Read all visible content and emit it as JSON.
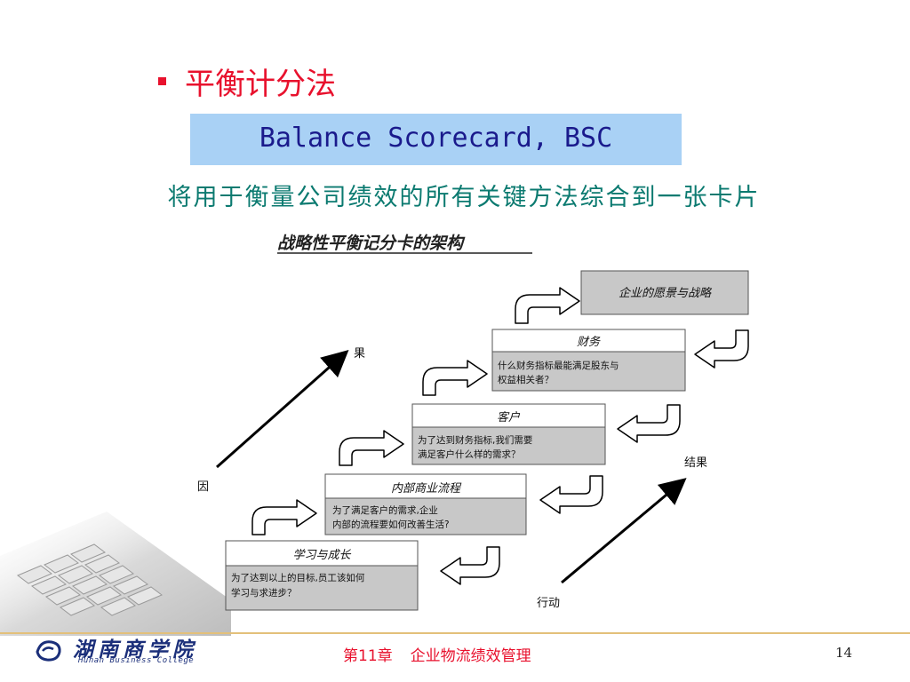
{
  "heading": "平衡计分法",
  "bsc_label": "Balance Scorecard, BSC",
  "subtitle": "将用于衡量公司绩效的所有关键方法综合到一张卡片",
  "diagram": {
    "title": "战略性平衡记分卡的架构",
    "top_box": "企业的愿景与战略",
    "boxes": [
      {
        "title": "财务",
        "lines": [
          "什么财务指标最能满足股东与",
          "权益相关者？"
        ]
      },
      {
        "title": "客户",
        "lines": [
          "为了达到财务指标,我们需要",
          "满足客户什么样的需求？"
        ]
      },
      {
        "title": "内部商业流程",
        "lines": [
          "为了满足客户的需求,企业",
          "内部的流程要如何改善生活?"
        ]
      },
      {
        "title": "学习与成长",
        "lines": [
          "为了达到以上的目标,员工该如何",
          "学习与求进步？"
        ]
      }
    ],
    "cause_label": "因",
    "effect_label": "果",
    "result_label": "结果",
    "action_label": "行动"
  },
  "footer": {
    "chapter": "第11章",
    "chapter_title": "企业物流绩效管理",
    "page": "14"
  },
  "logo": {
    "cn": "湖南商学院",
    "en": "Hunan Business College"
  },
  "colors": {
    "heading": "#e8112d",
    "bsc_box": "#a9d1f5",
    "bsc_text": "#1a1a8c",
    "subtitle": "#0b7a70",
    "box_fill": "#c8c8c8",
    "footer_line": "#e3c07a"
  }
}
